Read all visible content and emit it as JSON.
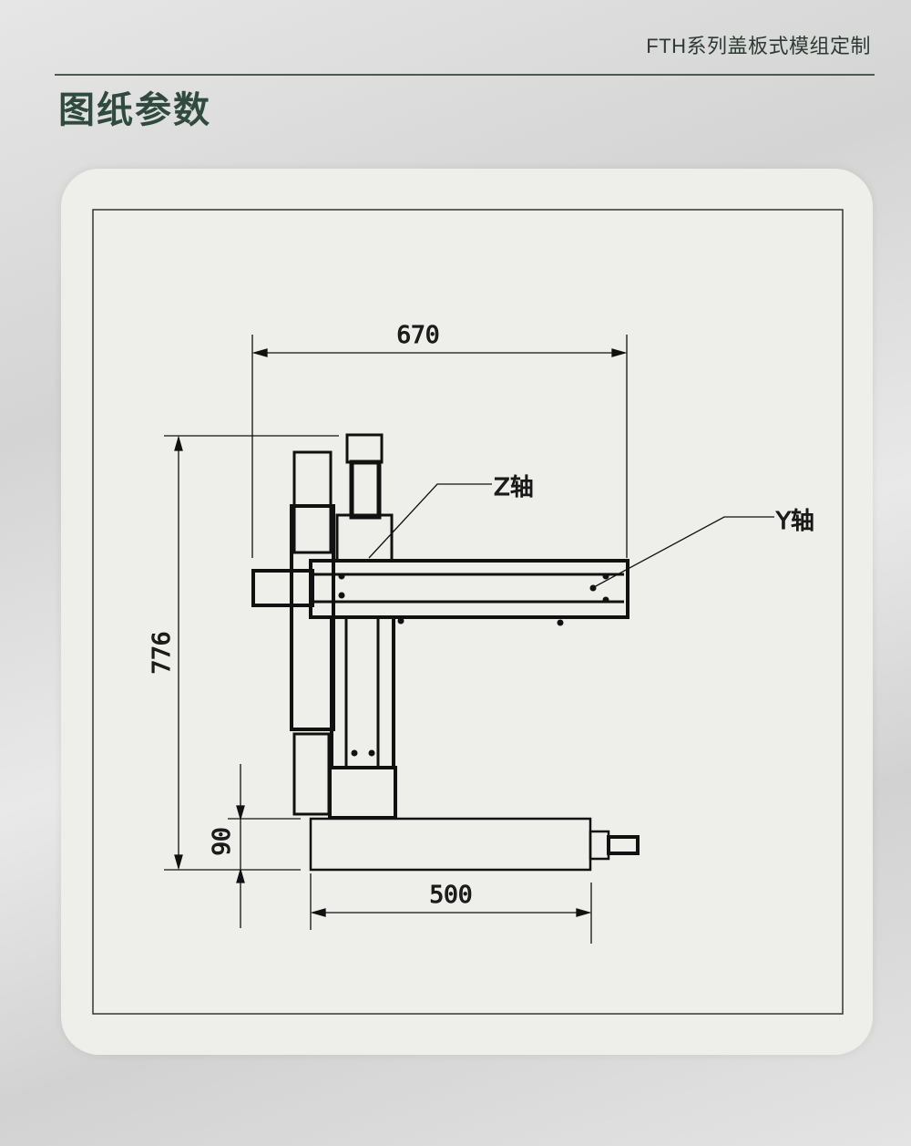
{
  "header": {
    "series_title": "FTH系列盖板式模组定制",
    "section_title": "图纸参数"
  },
  "drawing": {
    "dimensions": {
      "width_top": "670",
      "height_left": "776",
      "base_height": "90",
      "base_length": "500"
    },
    "labels": {
      "z_axis": "Z轴",
      "y_axis": "Y轴"
    }
  }
}
